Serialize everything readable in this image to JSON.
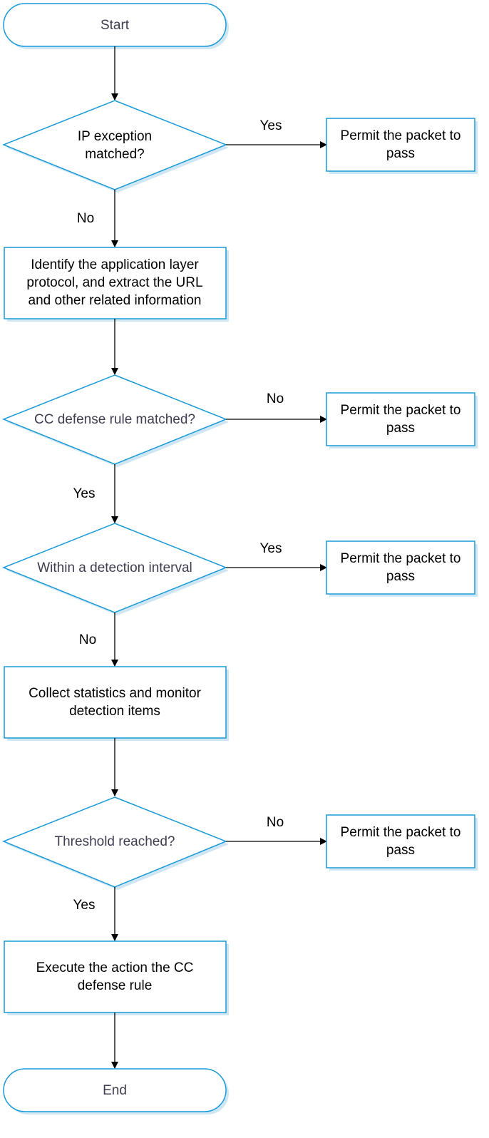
{
  "nodes": {
    "start": "Start",
    "ip_exception": [
      "IP exception",
      "matched?"
    ],
    "identify": [
      "Identify the application layer",
      "protocol, and extract the URL",
      "and other related information"
    ],
    "cc_rule": "CC defense rule matched?",
    "detection_interval": "Within a detection interval",
    "collect": [
      "Collect statistics and monitor",
      "detection items"
    ],
    "threshold": "Threshold reached?",
    "execute": [
      "Execute the action the CC",
      "defense rule"
    ],
    "end": "End",
    "permit": [
      "Permit the packet to",
      "pass"
    ]
  },
  "edges": {
    "ip_yes": "Yes",
    "ip_no": "No",
    "cc_no": "No",
    "cc_yes": "Yes",
    "interval_yes": "Yes",
    "interval_no": "No",
    "threshold_no": "No",
    "threshold_yes": "Yes"
  },
  "colors": {
    "shape_stroke": "#1a9ad6",
    "shadow": "#cfe6f4",
    "connector": "#000000"
  }
}
